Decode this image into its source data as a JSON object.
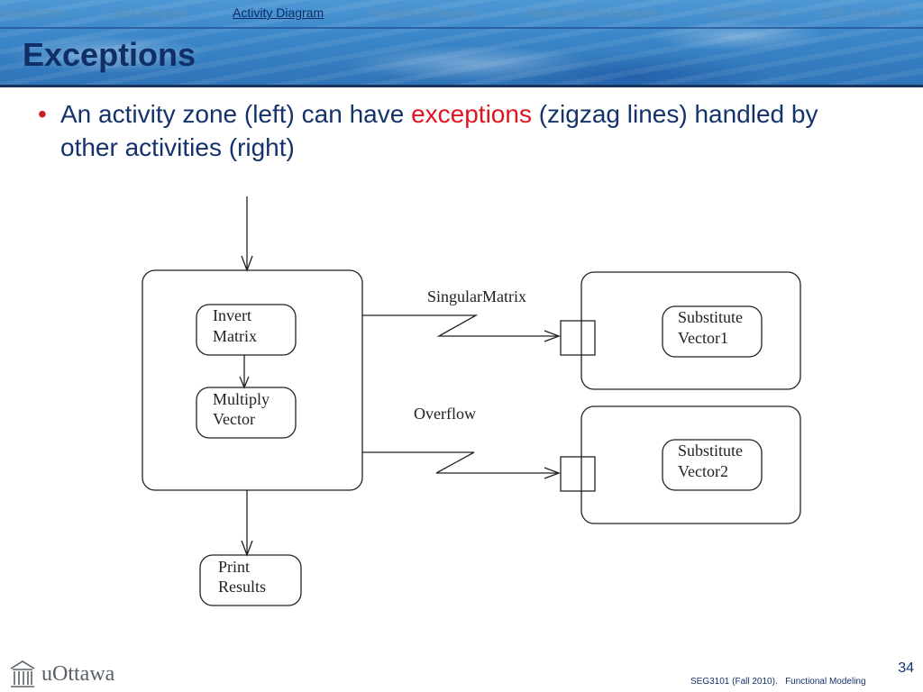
{
  "nav": {
    "items": [
      {
        "label": "Introduction",
        "active": false
      },
      {
        "label": "Class Diagram",
        "active": false
      },
      {
        "label": "Activity Diagram",
        "active": true
      },
      {
        "label": "Sequence Diagram",
        "active": false
      },
      {
        "label": "State Machine Diagram",
        "active": false
      },
      {
        "label": "Consistency",
        "active": false
      },
      {
        "label": "UML and URN",
        "active": false
      }
    ]
  },
  "slide": {
    "title": "Exceptions",
    "bullet": {
      "before": "An activity zone (left) can have ",
      "emphasis": "exceptions",
      "after": " (zigzag lines) handled by other activities (right)"
    }
  },
  "diagram": {
    "actions": {
      "invert": [
        "Invert",
        "Matrix"
      ],
      "multiply": [
        "Multiply",
        "Vector"
      ],
      "print": [
        "Print",
        "Results"
      ],
      "sub1": [
        "Substitute",
        "Vector1"
      ],
      "sub2": [
        "Substitute",
        "Vector2"
      ]
    },
    "exceptions": {
      "singular": "SingularMatrix",
      "overflow": "Overflow"
    }
  },
  "footer": {
    "logo_text": "uOttawa",
    "page_number": "34",
    "course": "SEG3101 (Fall 2010).",
    "topic": "Functional Modeling"
  },
  "colors": {
    "title": "#102f66",
    "body_text": "#14336a",
    "emphasis": "#e0141e",
    "bullet": "#cc1f1f"
  },
  "icons": [
    "uottawa-logo-icon",
    "bullet-icon"
  ]
}
